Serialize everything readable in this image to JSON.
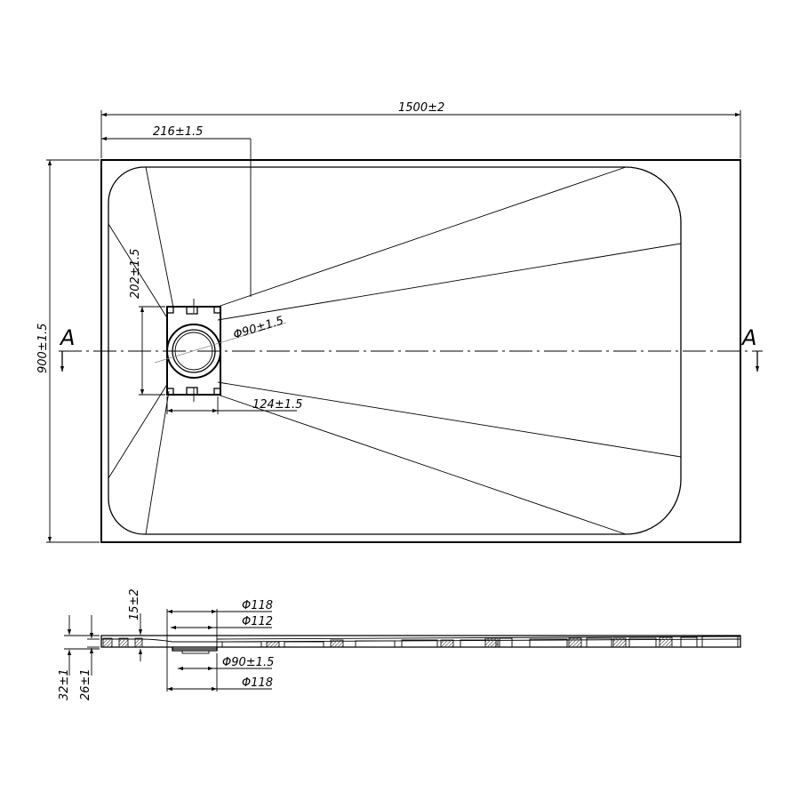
{
  "top_view": {
    "length": "1500±2",
    "width": "900±1.5",
    "drain_offset_x": "216±1.5",
    "drain_box_height": "202±1.5",
    "drain_box_width": "124±1.5",
    "drain_diameter": "Φ90±1.5",
    "section_left": "A",
    "section_right": "A"
  },
  "section_view": {
    "rim_height": "15±2",
    "outer_diameter_top": "Φ118",
    "inner_diameter": "Φ112",
    "drain_diameter": "Φ90±1.5",
    "outer_diameter_bottom": "Φ118",
    "total_height": "32±1",
    "tray_thickness": "26±1"
  }
}
